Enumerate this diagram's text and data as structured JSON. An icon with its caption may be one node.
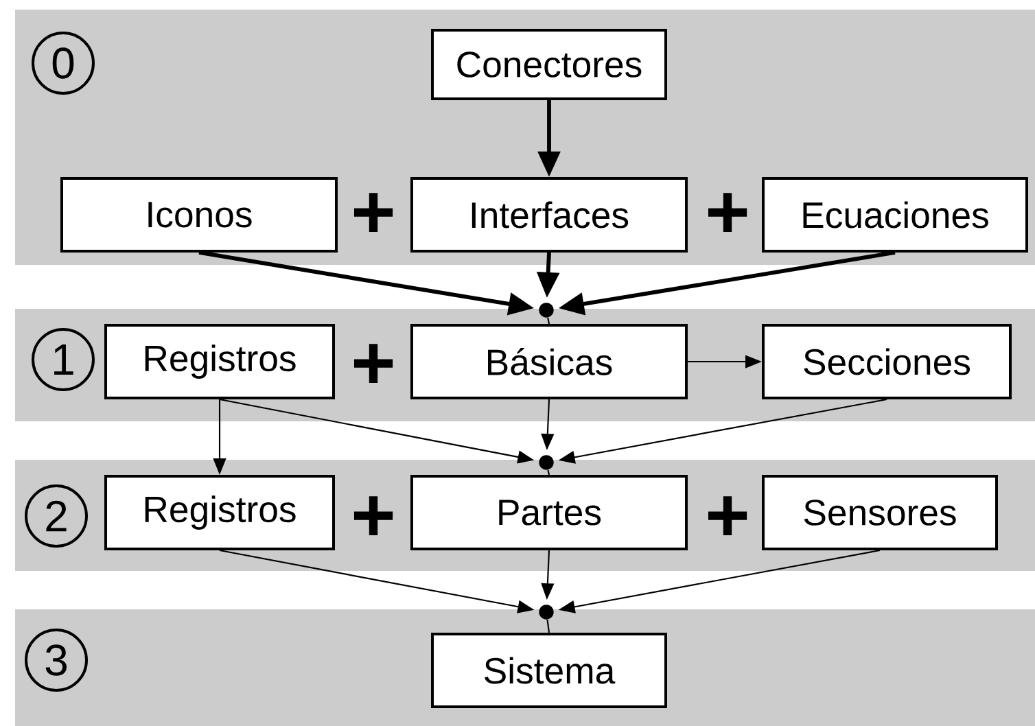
{
  "diagram": {
    "nodes": [
      {
        "text": [
          "0"
        ]
      },
      {
        "text": [
          "Conectores"
        ],
        "in": 0
      },
      {
        "text": [
          "Iconos"
        ],
        "in": 0
      },
      {
        "text": [
          "Interfaces"
        ],
        "in": 0
      },
      {
        "text": [
          "Ecuaciones"
        ],
        "in": 0
      },
      {
        "text": [],
        "shape": "circle"
      },
      {
        "text": [
          "1"
        ]
      },
      {
        "text": [
          "Registros"
        ],
        "in": 6
      },
      {
        "text": [
          "Básicas"
        ],
        "in": 6
      },
      {
        "text": [
          "Secciones"
        ],
        "in": 6
      },
      {
        "text": [],
        "shape": "circle"
      },
      {
        "text": [
          "2"
        ]
      },
      {
        "text": [
          "Registros"
        ],
        "in": 11
      },
      {
        "text": [
          "Partes"
        ],
        "in": 11
      },
      {
        "text": [
          "Sensores"
        ],
        "in": 11
      },
      {
        "text": [],
        "shape": "circle"
      },
      {
        "text": [
          "3"
        ]
      },
      {
        "text": [
          "Sistema"
        ],
        "in": 16
      }
    ],
    "edges": [
      {
        "from": 1,
        "to": 3,
        "arrow": "to",
        "style": "thick"
      },
      {
        "from": 2,
        "to": 5,
        "arrow": "to",
        "style": "thick"
      },
      {
        "from": 3,
        "to": 5,
        "arrow": "to",
        "style": "thick"
      },
      {
        "from": 4,
        "to": 5,
        "arrow": "to",
        "style": "thick"
      },
      {
        "from": 5,
        "to": 8,
        "arrow": "none"
      },
      {
        "from": 8,
        "to": 9,
        "arrow": "to"
      },
      {
        "from": 7,
        "to": 12,
        "arrow": "to"
      },
      {
        "from": 7,
        "to": 10,
        "arrow": "to"
      },
      {
        "from": 8,
        "to": 10,
        "arrow": "to"
      },
      {
        "from": 9,
        "to": 10,
        "arrow": "to"
      },
      {
        "from": 10,
        "to": 13,
        "arrow": "none"
      },
      {
        "from": 12,
        "to": 15,
        "arrow": "to"
      },
      {
        "from": 13,
        "to": 15,
        "arrow": "to"
      },
      {
        "from": 14,
        "to": 15,
        "arrow": "to"
      },
      {
        "from": 15,
        "to": 17,
        "arrow": "none"
      }
    ],
    "labels": [
      "+",
      "+",
      "+",
      "+",
      "+"
    ]
  }
}
